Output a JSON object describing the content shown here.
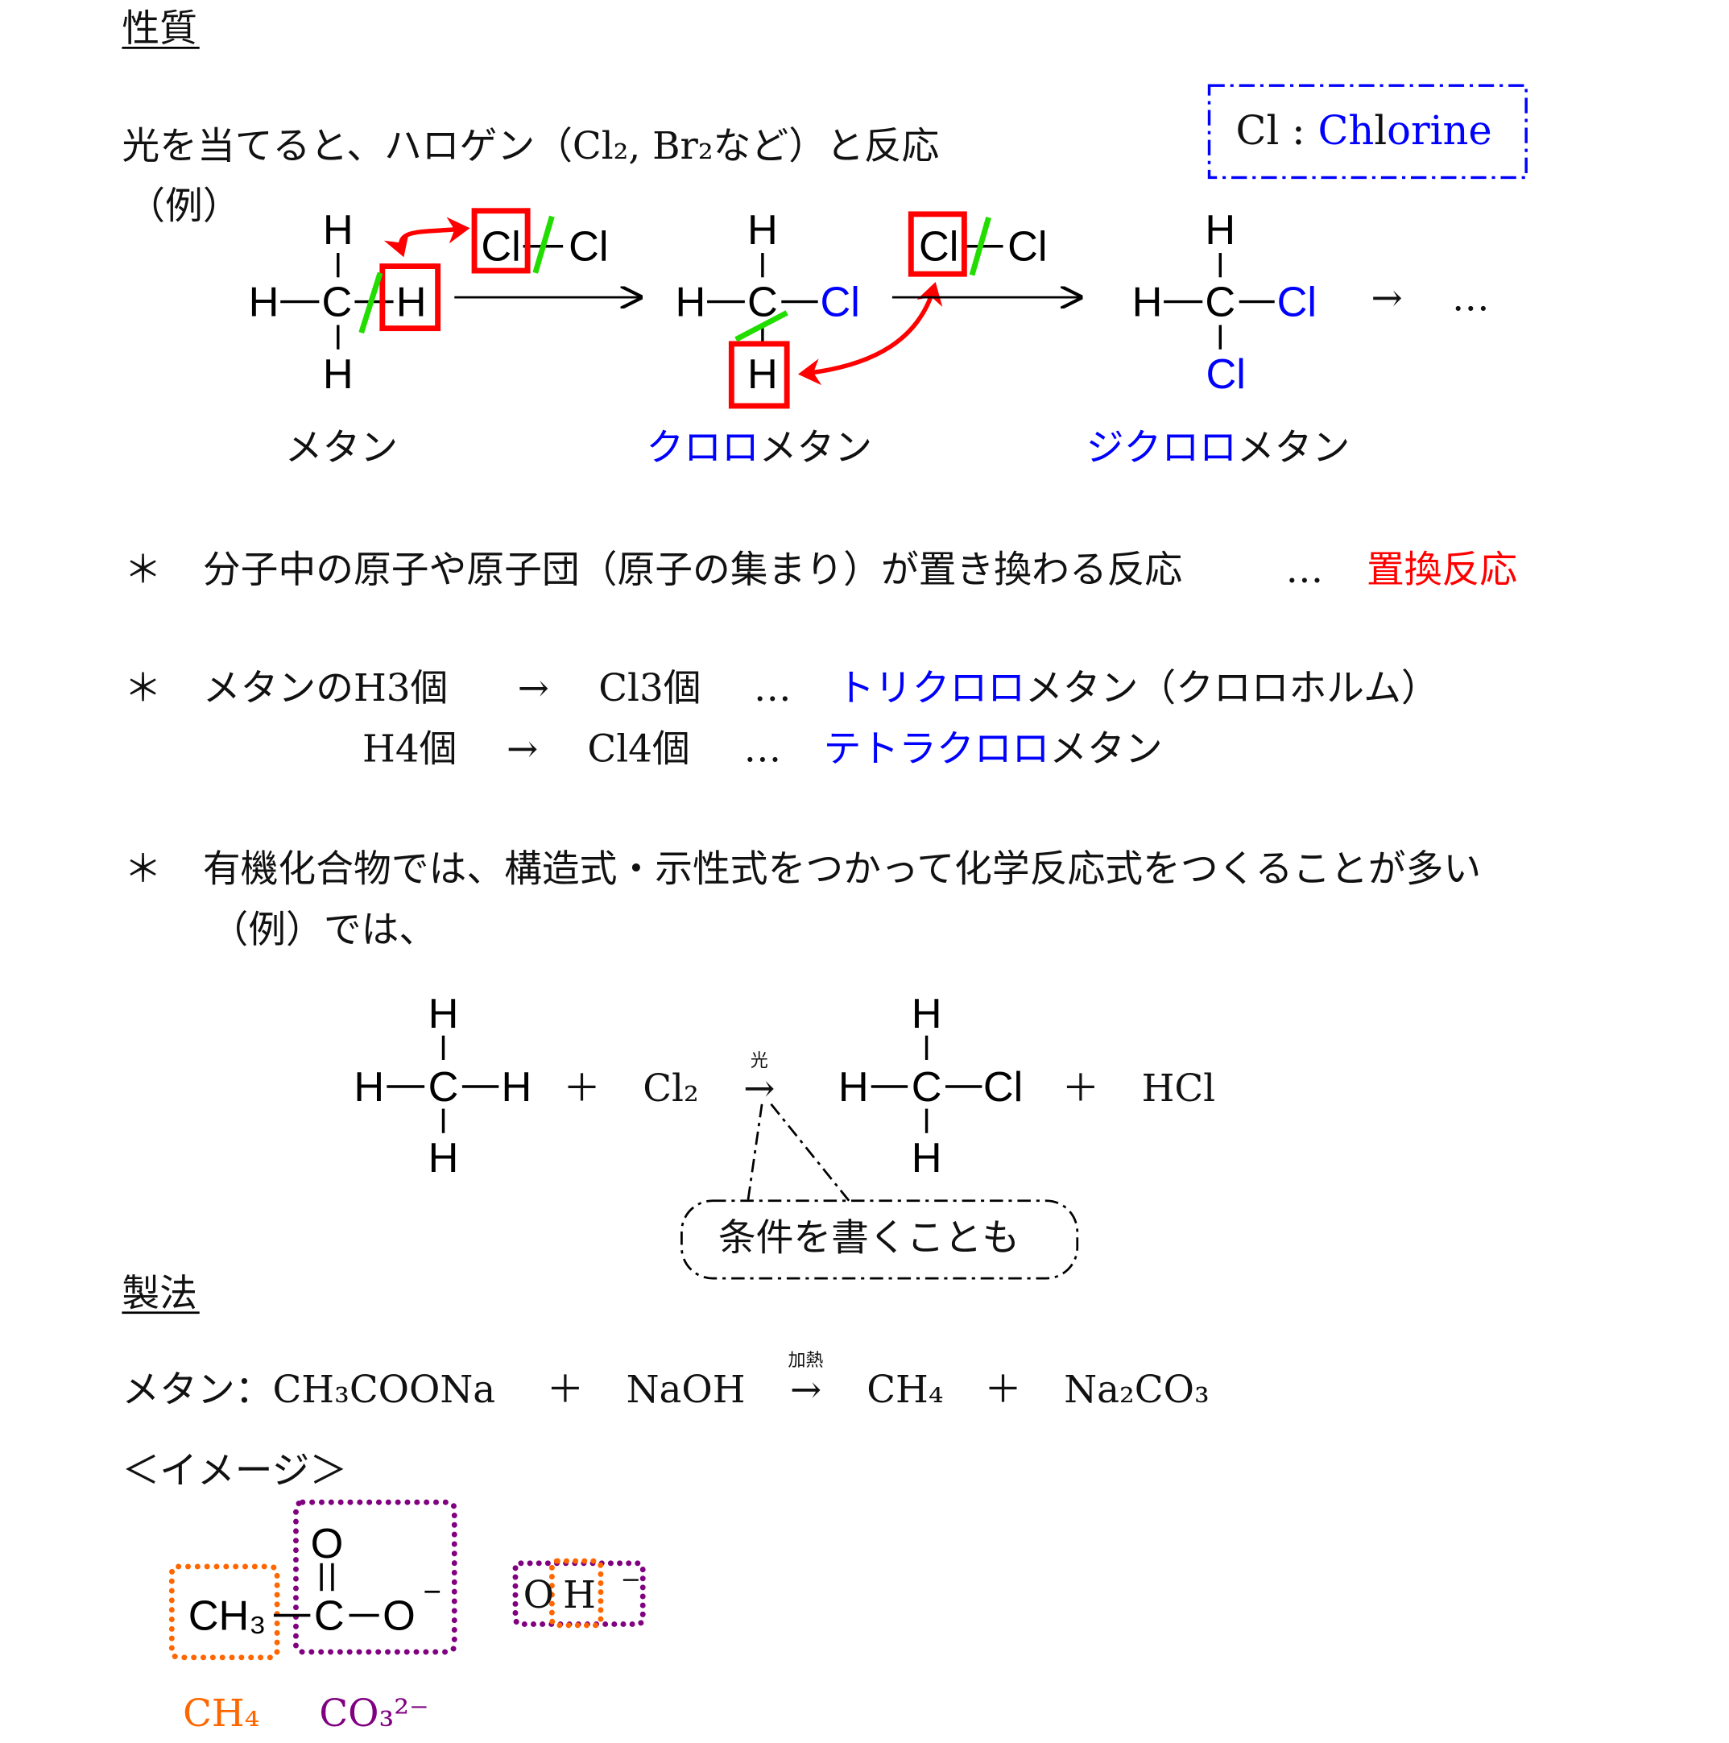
{
  "colors": {
    "blue": "#0000ff",
    "red": "#ff0000",
    "green": "#22dd00",
    "orange": "#ff6600",
    "purple": "#800080"
  },
  "section1": {
    "title": "性質",
    "intro": "光を当てると、ハロゲン（Cl₂, Br₂など）と反応",
    "example_label": "（例）",
    "legend": {
      "cl": "Cl",
      "colon": ":",
      "ch": "Ch",
      "l": "l",
      "orine": "orine"
    },
    "atoms": {
      "H": "H",
      "C": "C",
      "Cl": "Cl"
    },
    "continue_arrow": "→",
    "ellipsis": "…",
    "names": {
      "methane": "メタン",
      "chloro": "クロロ",
      "methane2": "メタン",
      "dichloro": "ジクロロ",
      "methane3": "メタン"
    },
    "notes": [
      {
        "star": "＊",
        "text": "分子中の原子や原子団（原子の集まり）が置き換わる反応",
        "dots": "…",
        "term": "置換反応"
      },
      {
        "star": "＊",
        "from": "メタンのH3個",
        "arrow": "→",
        "to": "Cl3個",
        "dots": "…",
        "blue": "トリクロロ",
        "rest": "メタン（クロロホルム）"
      },
      {
        "from": "H4個",
        "arrow": "→",
        "to": "Cl4個",
        "dots": "…",
        "blue": "テトラクロロ",
        "rest": "メタン"
      },
      {
        "star": "＊",
        "text": "有機化合物では、構造式・示性式をつかって化学反応式をつくることが多い",
        "text2": "（例）では、"
      }
    ],
    "equation": {
      "plus": "＋",
      "cl2": "Cl₂",
      "condition": "光",
      "arrow": "→",
      "hcl": "HCl",
      "callout": "条件を書くことも"
    }
  },
  "section2": {
    "title": "製法",
    "equation": {
      "label": "メタン：CH₃COONa",
      "plus": "＋",
      "naoh": "NaOH",
      "condition": "加熱",
      "arrow": "→",
      "ch4": "CH₄",
      "na2co3": "Na₂CO₃"
    },
    "image_label": "＜イメージ＞",
    "image": {
      "O": "O",
      "eq": "||",
      "CH3": "CH₃",
      "C": "C",
      "minus": "−",
      "OH_O": "O",
      "OH_H": "H",
      "label_ch4": "CH₄",
      "label_co3": "CO₃²⁻"
    }
  }
}
